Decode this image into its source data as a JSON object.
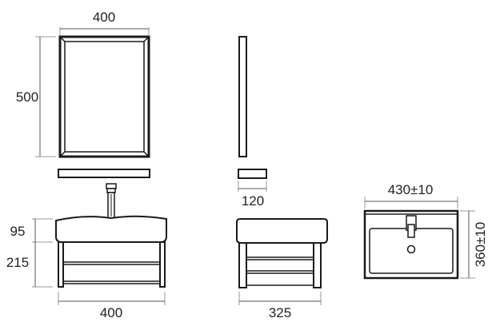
{
  "dimensions": {
    "mirror_width": "400",
    "mirror_height": "500",
    "shelf_depth": "120",
    "basin_height": "95",
    "cabinet_height": "215",
    "cabinet_width": "400",
    "cabinet_depth": "325",
    "basin_width": "430±10",
    "basin_depth": "360±10"
  }
}
